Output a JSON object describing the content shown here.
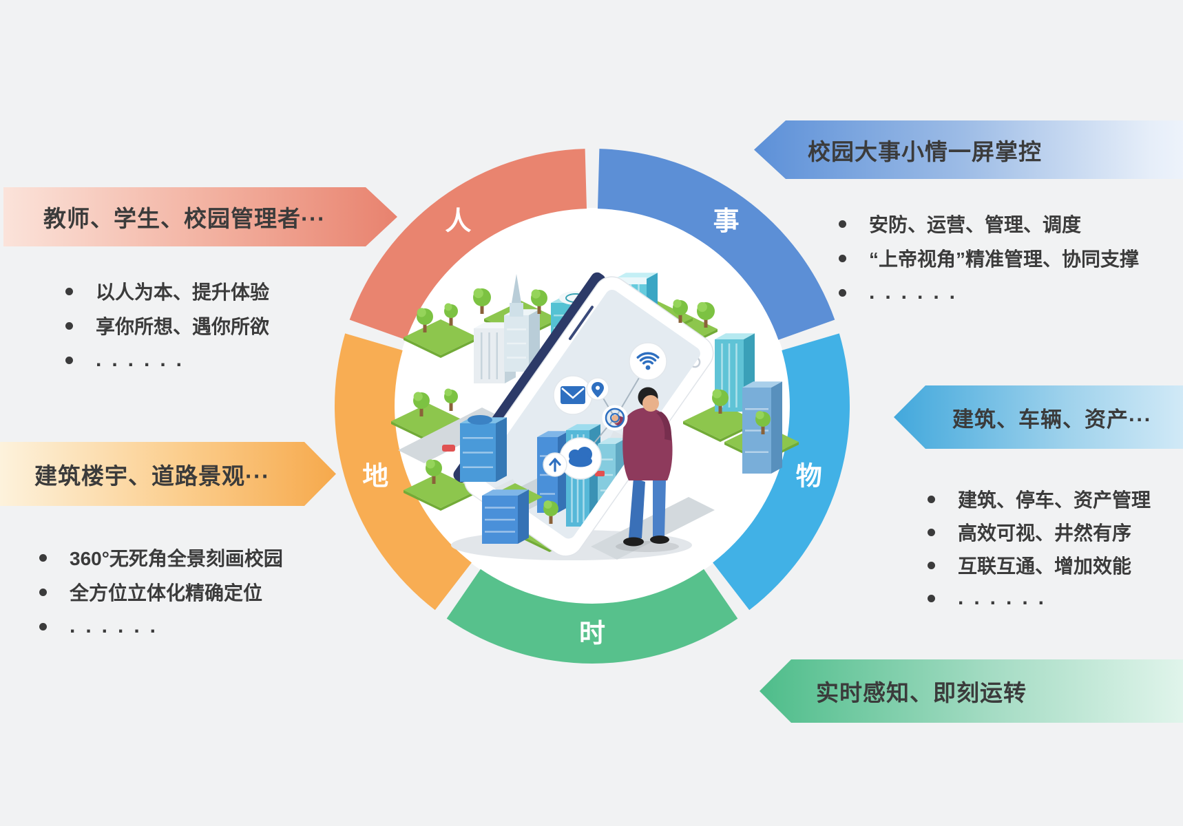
{
  "background_color": "#f1f2f3",
  "ring": {
    "segments": [
      {
        "name": "affairs",
        "label": "事",
        "color": "#5c8fd6"
      },
      {
        "name": "things",
        "label": "物",
        "color": "#41b1e6"
      },
      {
        "name": "time",
        "label": "时",
        "color": "#57c18c"
      },
      {
        "name": "places",
        "label": "地",
        "color": "#f8ad53"
      },
      {
        "name": "people",
        "label": "人",
        "color": "#e9846f"
      }
    ],
    "label_color": "#ffffff"
  },
  "callouts": {
    "people": {
      "title": "教师、学生、校园管理者···",
      "accent": "#e8826e",
      "bullets": [
        "以人为本、提升体验",
        "享你所想、遇你所欲",
        "......"
      ]
    },
    "affairs": {
      "title": "校园大事小情一屏掌控",
      "accent": "#5c90d8",
      "bullets": [
        "安防、运营、管理、调度",
        "“上帝视角”精准管理、协同支撑",
        "......"
      ]
    },
    "places": {
      "title": "建筑楼宇、道路景观···",
      "accent": "#f6a94c",
      "bullets": [
        "360°无死角全景刻画校园",
        "全方位立体化精确定位",
        "......"
      ]
    },
    "things": {
      "title": "建筑、车辆、资产···",
      "accent": "#42a8dc",
      "bullets": [
        "建筑、停车、资产管理",
        "高效可视、井然有序",
        "互联互通、增加效能",
        "......"
      ]
    },
    "time": {
      "title": "实时感知、即刻运转",
      "accent": "#4ebd8a",
      "bullets": []
    }
  },
  "center_illustration": {
    "icons": [
      "wifi",
      "mail",
      "location-pin",
      "touch",
      "cloud",
      "arrow-up"
    ]
  }
}
